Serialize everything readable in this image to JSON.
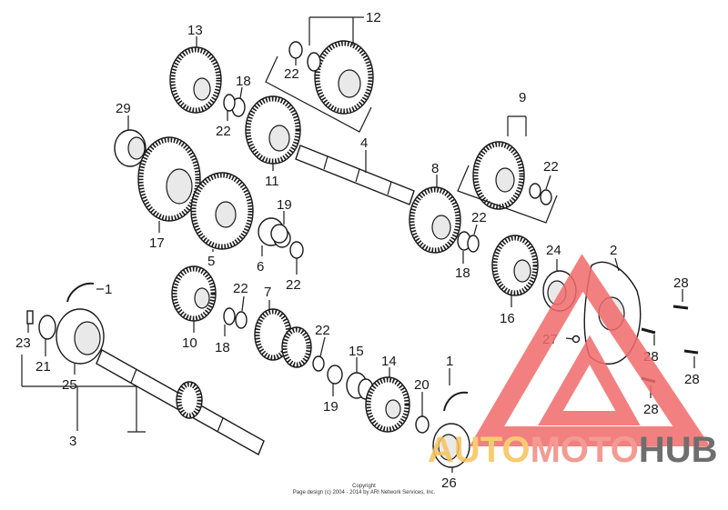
{
  "labels": {
    "l1a": "1",
    "l1b": "1",
    "l2": "2",
    "l3": "3",
    "l4": "4",
    "l5": "5",
    "l6": "6",
    "l7": "7",
    "l8": "8",
    "l9": "9",
    "l10": "10",
    "l11": "11",
    "l12": "12",
    "l13": "13",
    "l14": "14",
    "l15": "15",
    "l16": "16",
    "l17": "17",
    "l18a": "18",
    "l18b": "18",
    "l18c": "18",
    "l19a": "19",
    "l19b": "19",
    "l20": "20",
    "l21": "21",
    "l22a": "22",
    "l22b": "22",
    "l22c": "22",
    "l22d": "22",
    "l22e": "22",
    "l22f": "22",
    "l22g": "22",
    "l23": "23",
    "l24": "24",
    "l25": "25",
    "l26": "26",
    "l27": "27",
    "l28a": "28",
    "l28b": "28",
    "l28c": "28",
    "l28d": "28",
    "l29": "29"
  },
  "copyright": {
    "line1": "Copyright",
    "line2": "Page design (c) 2004 - 2014 by ARI Network Services, Inc."
  },
  "watermark": {
    "part1": "AUTO",
    "part2": "MOTO",
    "part3": "HUB",
    "color_part1": "#f7c35a",
    "color_part2": "#f28a80",
    "color_part3": "#555555",
    "logo_color": "#f26b6b"
  }
}
